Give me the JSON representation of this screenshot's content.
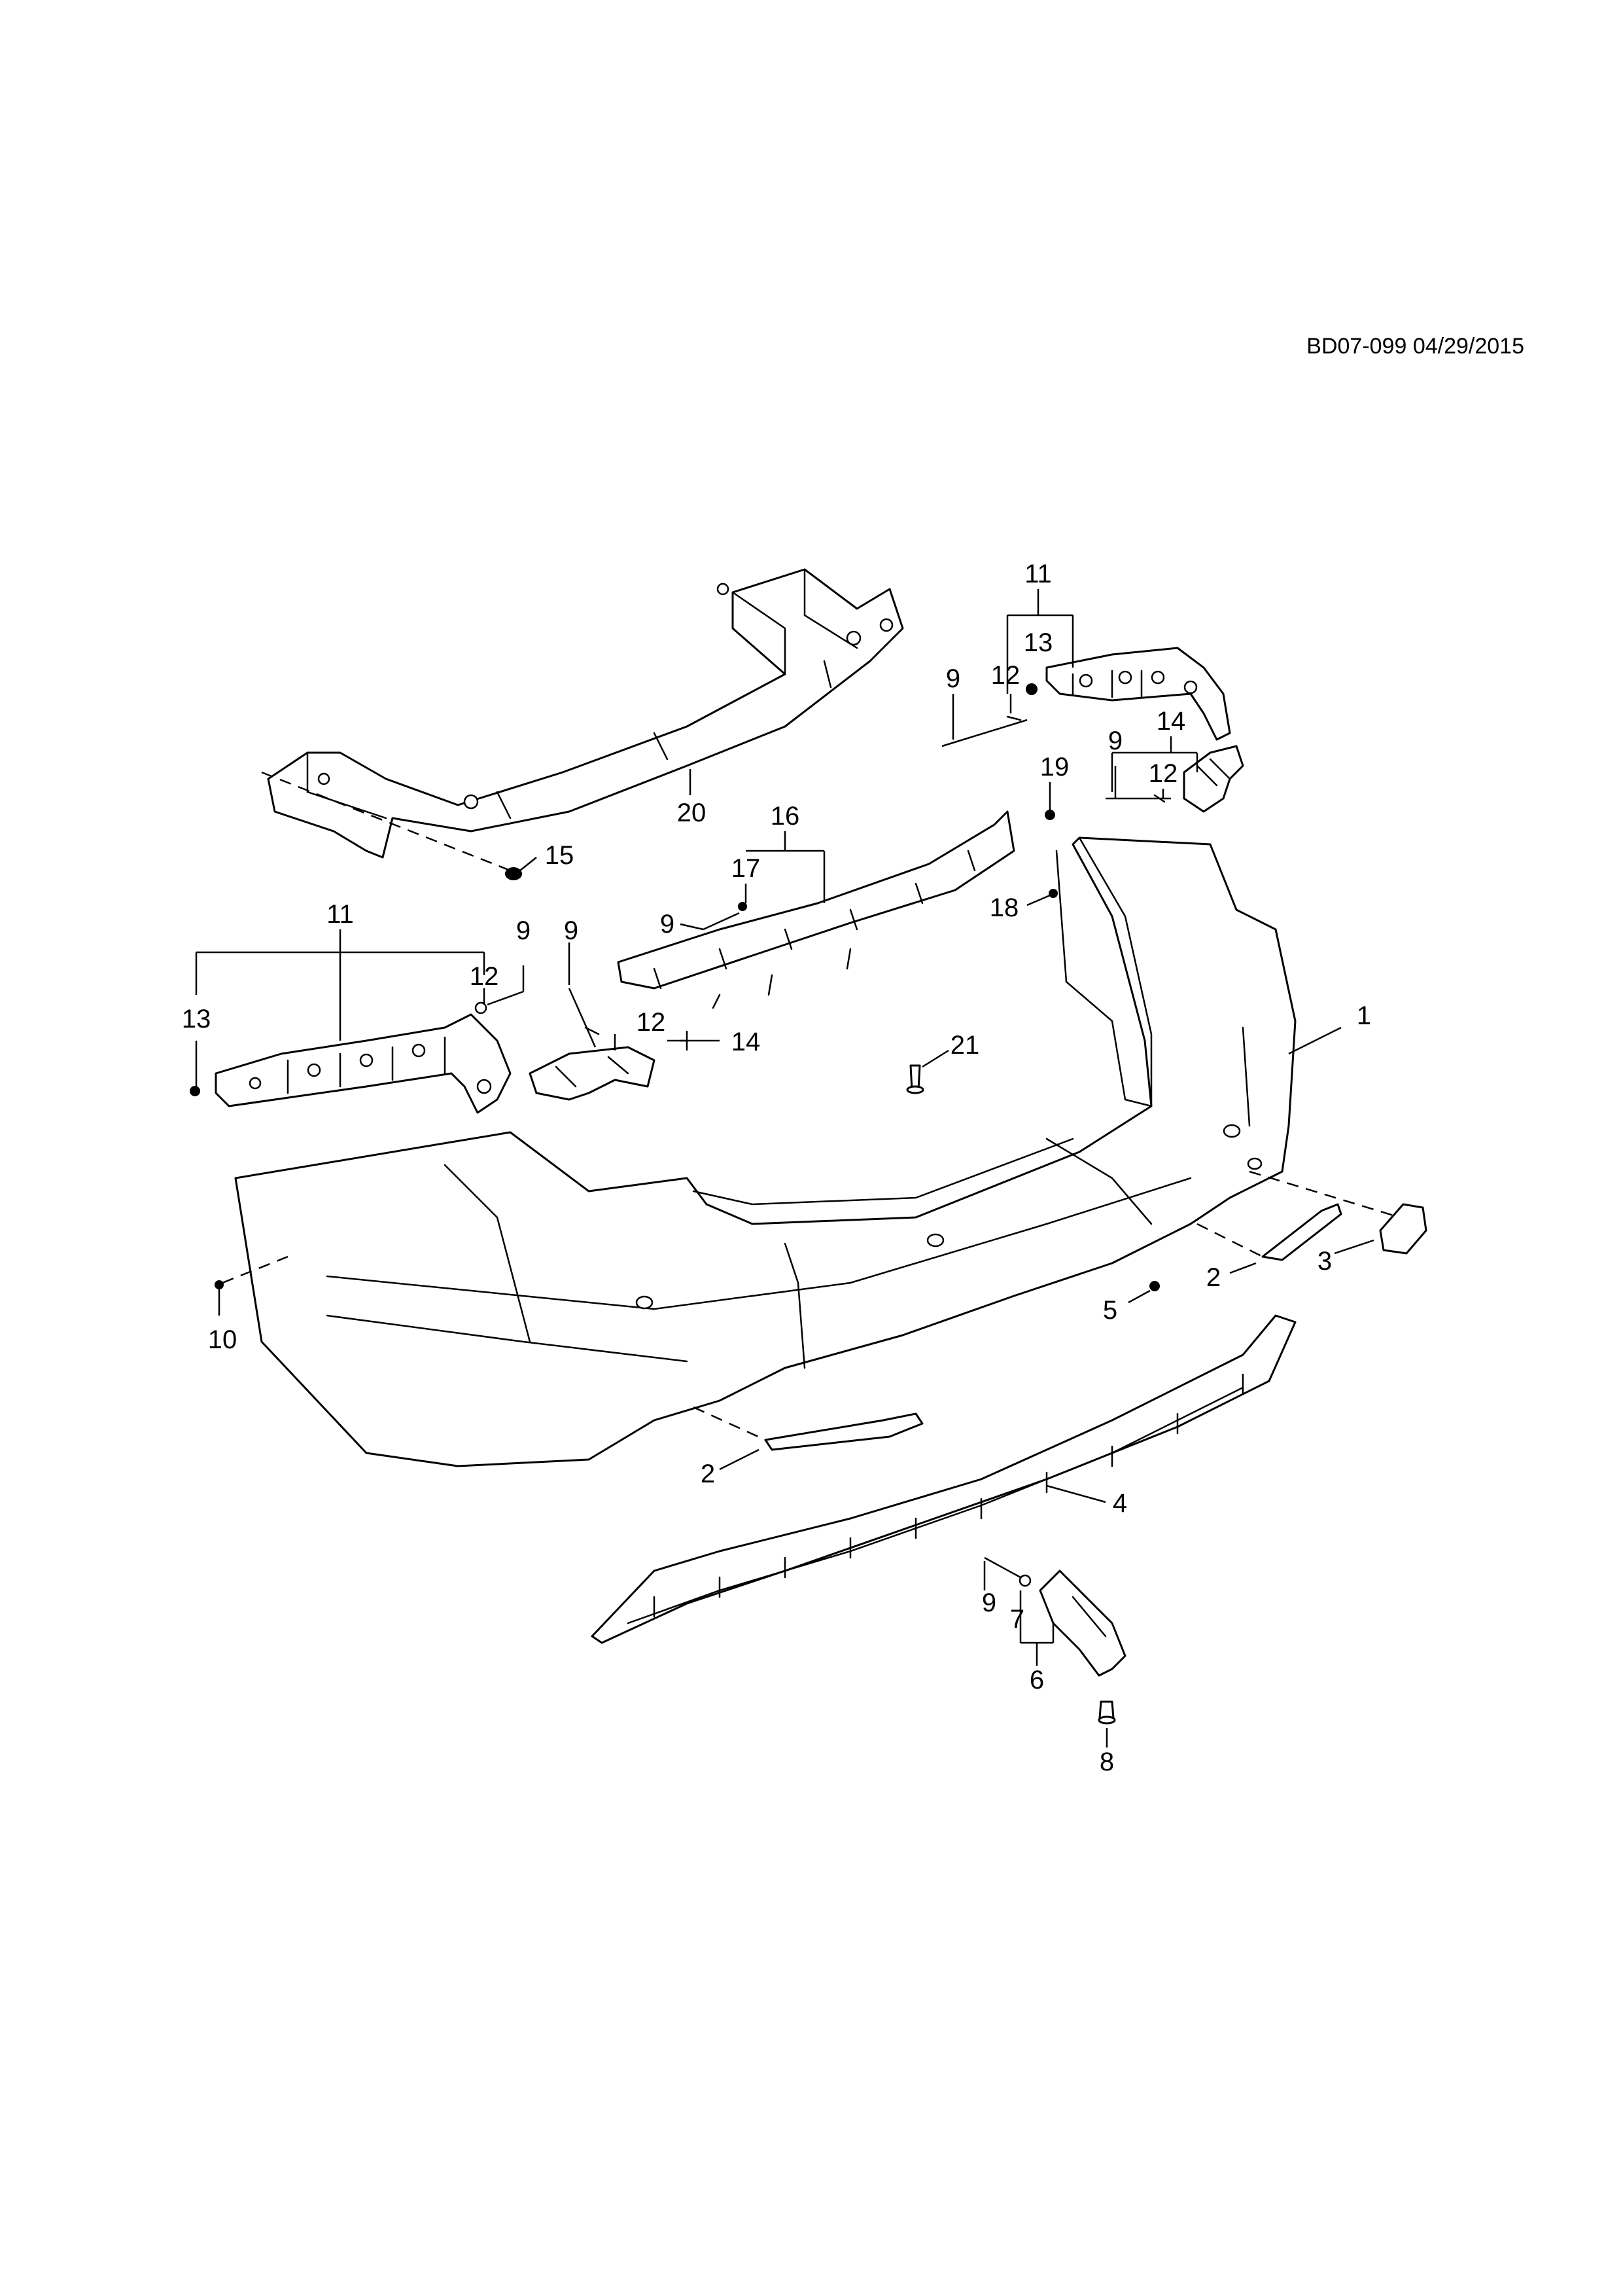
{
  "diagram": {
    "reference": "BD07-099 04/29/2015",
    "callouts": {
      "c1": "1",
      "c2a": "2",
      "c2b": "2",
      "c3": "3",
      "c4": "4",
      "c5": "5",
      "c6": "6",
      "c7": "7",
      "c8": "8",
      "c9a": "9",
      "c9b": "9",
      "c9c": "9",
      "c9d": "9",
      "c9e": "9",
      "c9f": "9",
      "c10": "10",
      "c11a": "11",
      "c11b": "11",
      "c12a": "12",
      "c12b": "12",
      "c12c": "12",
      "c12d": "12",
      "c13a": "13",
      "c13b": "13",
      "c14a": "14",
      "c14b": "14",
      "c15": "15",
      "c16": "16",
      "c17": "17",
      "c18": "18",
      "c19": "19",
      "c20": "20",
      "c21": "21"
    }
  }
}
